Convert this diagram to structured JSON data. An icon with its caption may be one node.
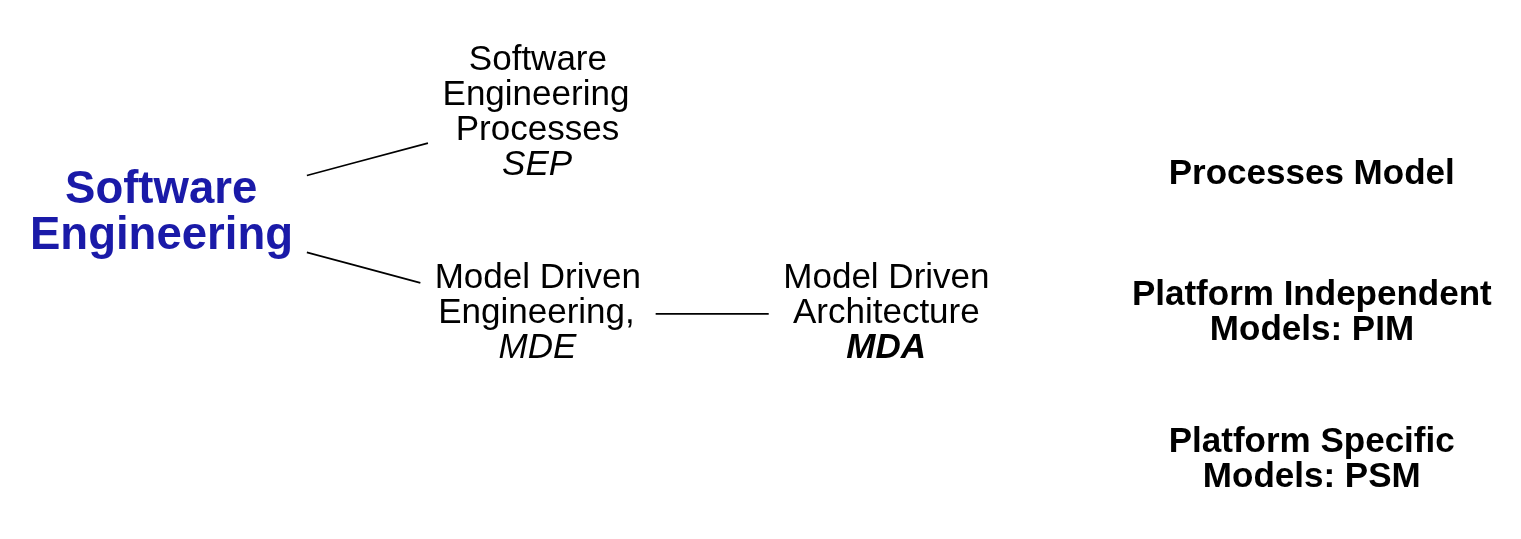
{
  "diagram": {
    "nodes": [
      {
        "text": [
          "Software Engineering"
        ]
      },
      {
        "text": [
          "Software Engineering Processes",
          "SEP"
        ]
      },
      {
        "text": [
          "Model Driven Engineering,",
          "MDE"
        ]
      },
      {
        "text": [
          "Model Driven Architecture",
          "MDA"
        ]
      }
    ],
    "edges": [
      {
        "from": 0,
        "to": 1,
        "arrow": "none"
      },
      {
        "from": 0,
        "to": 2,
        "arrow": "none"
      },
      {
        "from": 2,
        "to": 3,
        "arrow": "none"
      }
    ],
    "labels": [
      "Processes Model",
      "Platform Independent Models: PIM",
      "Platform Specific Models: PSM"
    ]
  }
}
